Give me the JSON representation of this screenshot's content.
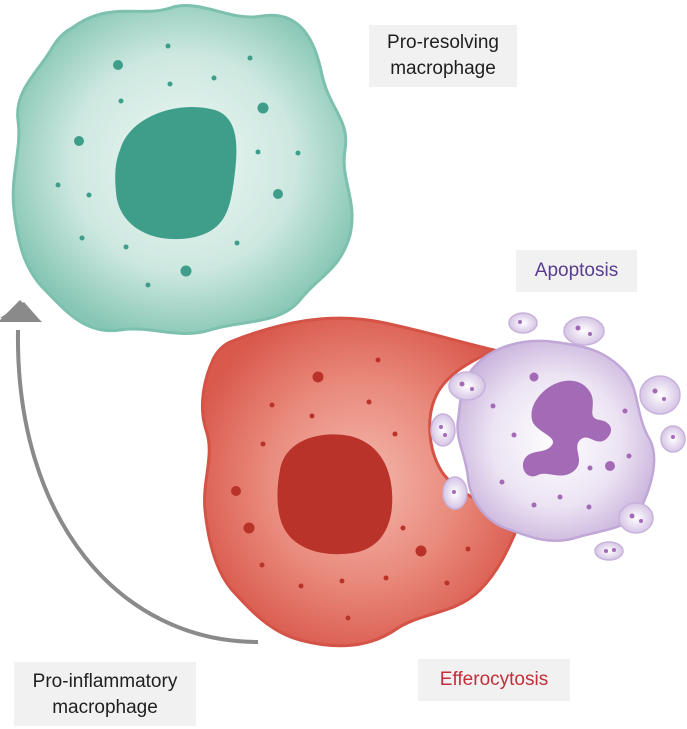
{
  "labels": {
    "pro_resolving": [
      "Pro-resolving",
      "macrophage"
    ],
    "apoptosis": "Apoptosis",
    "pro_inflammatory": [
      "Pro-inflammatory",
      "macrophage"
    ],
    "efferocytosis": "Efferocytosis"
  },
  "colors": {
    "pro_resolving_cell": "#a8d5c9",
    "pro_resolving_nucleus": "#3e9e89",
    "pro_inflammatory_cell": "#e1695d",
    "pro_inflammatory_nucleus": "#b9332a",
    "apoptotic_cell": "#ddd0ea",
    "apoptotic_nucleus": "#a36bb6",
    "arrow": "#8a8a8a",
    "apoptosis_text": "#5a3d8f",
    "efferocytosis_text": "#c42e3a"
  },
  "icons": [
    "pro-resolving-macrophage-icon",
    "pro-inflammatory-macrophage-icon",
    "apoptotic-cell-icon",
    "transition-arrow-icon"
  ]
}
